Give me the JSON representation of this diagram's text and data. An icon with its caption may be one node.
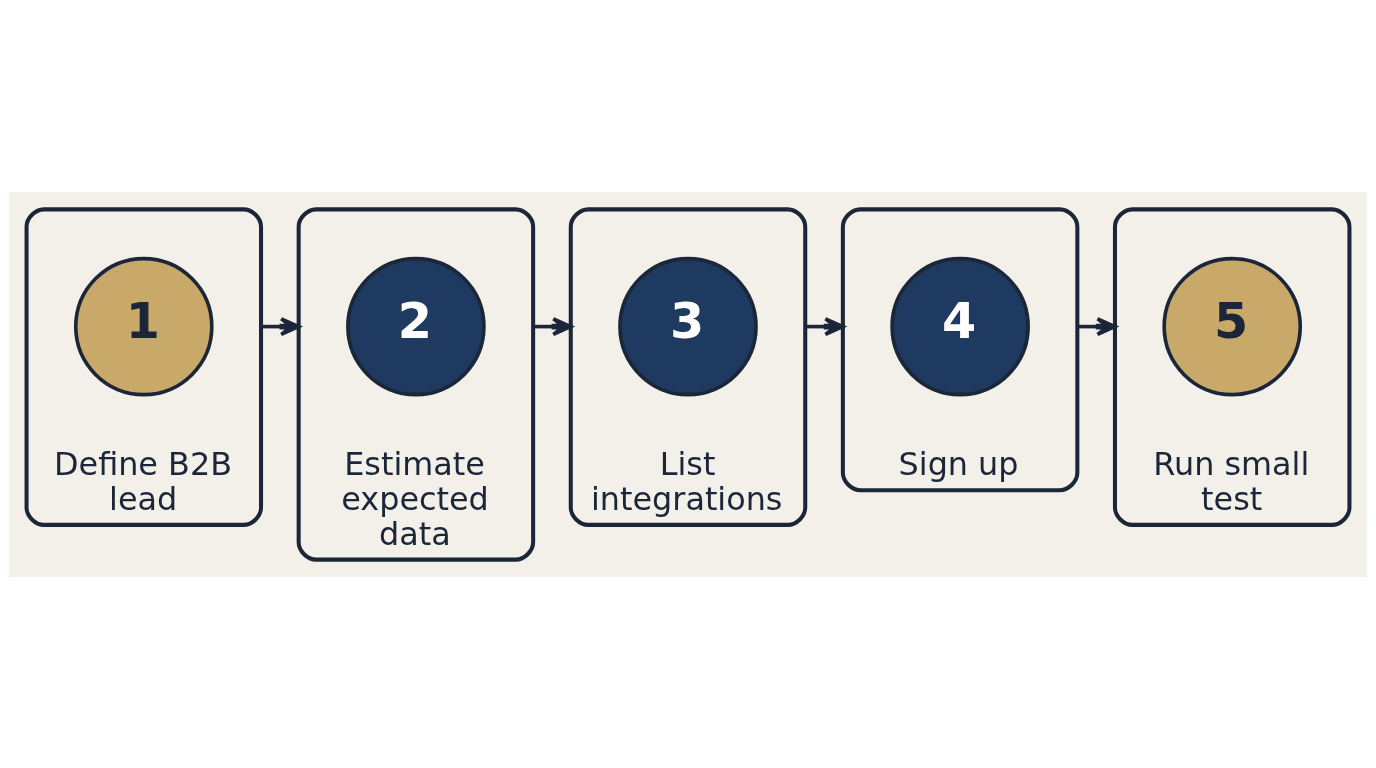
{
  "diagram": {
    "nodes": [
      {
        "text": [
          "Define B2B lead"
        ]
      },
      {
        "text": [
          "1"
        ],
        "in": 0
      },
      {
        "text": [
          "Estimate expected data"
        ]
      },
      {
        "text": [
          "2"
        ],
        "in": 2
      },
      {
        "text": [
          "List integrations"
        ]
      },
      {
        "text": [
          "3"
        ],
        "in": 4
      },
      {
        "text": [
          "Sign up"
        ]
      },
      {
        "text": [
          "4"
        ],
        "in": 6
      },
      {
        "text": [
          "Run small test"
        ]
      },
      {
        "text": [
          "5"
        ],
        "in": 8
      }
    ],
    "edges": [
      {
        "from": 0,
        "to": 2,
        "arrow": "to"
      },
      {
        "from": 2,
        "to": 4,
        "arrow": "to"
      },
      {
        "from": 4,
        "to": 6,
        "arrow": "to"
      },
      {
        "from": 6,
        "to": 8,
        "arrow": "to"
      }
    ]
  }
}
